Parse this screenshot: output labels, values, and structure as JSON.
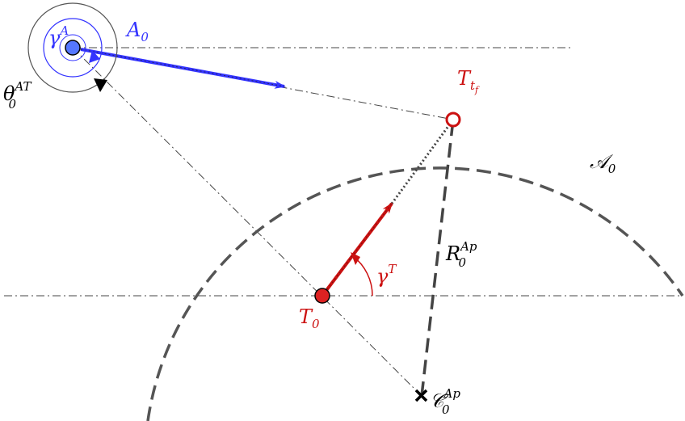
{
  "labels": {
    "attacker": {
      "base": "A",
      "sub": "0"
    },
    "target_final": {
      "base": "T",
      "sub": "t",
      "subsub": "f"
    },
    "target_initial": {
      "base": "T",
      "sub": "0"
    },
    "circle": {
      "base": "𝒜",
      "sub": "0"
    },
    "radius": {
      "base": "R",
      "sub": "0",
      "sup": "Ap"
    },
    "center": {
      "base": "𝒞",
      "sub": "0",
      "sup": "Ap"
    },
    "gamma_attacker": {
      "base": "γ",
      "sup": "A"
    },
    "gamma_target": {
      "base": "γ",
      "sup": "T"
    },
    "theta": {
      "base": "θ",
      "sub": "0",
      "sup": "AT"
    }
  },
  "colors": {
    "attacker": "#3333ff",
    "target": "#cc1111",
    "line": "#444444",
    "dash": "#555555",
    "gray_ring": "#555555"
  }
}
